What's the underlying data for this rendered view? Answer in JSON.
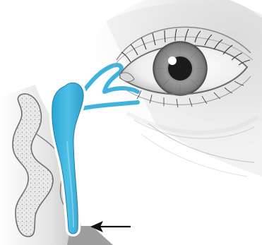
{
  "figure": {
    "parts": {
      "eye": "eye",
      "lacrimal_sac": "lacrimal-sac",
      "canaliculi": "lacrimal-canaliculi",
      "nasolacrimal_duct": "nasolacrimal-duct",
      "nasal_turbinates": "nasal-turbinates",
      "pointer": "arrow-icon"
    },
    "colors": {
      "duct_fill": "#3fb3de",
      "duct_outline": "#ffffff",
      "iris": "#9a9a9a",
      "pupil": "#1a1a1a",
      "tissue_shadow": "#c9c9c9",
      "arrow": "#111111"
    },
    "arrow_direction": "left"
  }
}
